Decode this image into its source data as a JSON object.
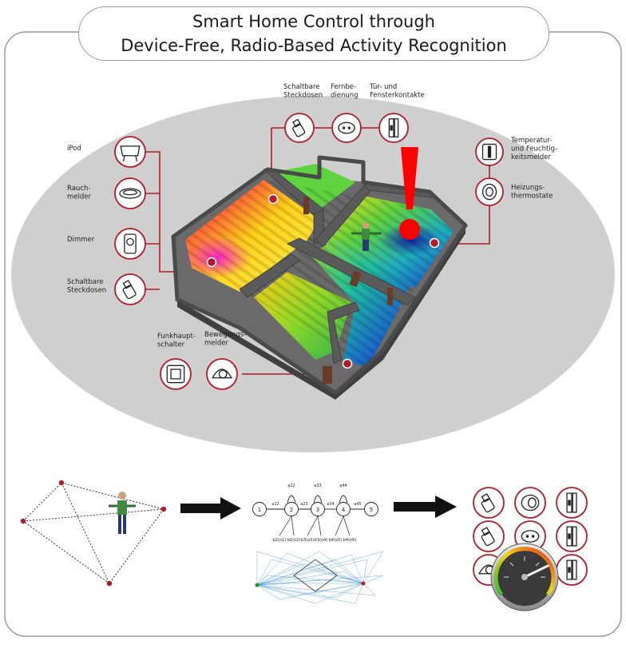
{
  "title": {
    "line1": "Smart Home Control through",
    "line2": "Device-Free, Radio-Based Activity Recognition"
  },
  "colors": {
    "panel_border": "#9a9a9a",
    "ellipse": "#cfcfcf",
    "device_ring": "#b01c2c",
    "alert": "#ff0000",
    "wall": "#5a5a5a",
    "gauge_face": "#3a3a3a"
  },
  "devices_top": [
    {
      "label_lines": [
        "Schaltbare",
        "Steckdosen"
      ],
      "icon": "socket-plug-icon"
    },
    {
      "label_lines": [
        "Fernbe-",
        "dienung"
      ],
      "icon": "remote-control-icon"
    },
    {
      "label_lines": [
        "Tür- und",
        "Fensterkontakte"
      ],
      "icon": "door-contact-icon"
    }
  ],
  "devices_left": [
    {
      "label_lines": [
        "iPod"
      ],
      "icon": "ipod-dock-icon"
    },
    {
      "label_lines": [
        "Rauch-",
        "melder"
      ],
      "icon": "smoke-detector-icon"
    },
    {
      "label_lines": [
        "Dimmer"
      ],
      "icon": "dimmer-icon"
    },
    {
      "label_lines": [
        "Schaltbare",
        "Steckdosen"
      ],
      "icon": "socket-plug-icon"
    }
  ],
  "devices_right": [
    {
      "label_lines": [
        "Temperatur-",
        "und Feuchtig-",
        "keitsmelder"
      ],
      "icon": "temperature-sensor-icon"
    },
    {
      "label_lines": [
        "Heizungs-",
        "thermostate"
      ],
      "icon": "thermostat-icon"
    }
  ],
  "devices_bottom": [
    {
      "label_lines": [
        "Funkhaupt-",
        "schalter"
      ],
      "icon": "main-switch-icon"
    },
    {
      "label_lines": [
        "Bewegungs-",
        "melder"
      ],
      "icon": "motion-detector-icon"
    }
  ],
  "hmm": {
    "states": [
      "1",
      "2",
      "3",
      "4",
      "5"
    ],
    "transitions": [
      "a12",
      "a23",
      "a34",
      "a45",
      "a22",
      "a33",
      "a44"
    ],
    "emissions": [
      "b2(o1)",
      "b2(o2)",
      "b3(o3)",
      "b3(o4)",
      "b4(o5)",
      "b4(o6)"
    ]
  },
  "result_devices": [
    "socket-plug-icon",
    "heater-icon",
    "door-contact-icon",
    "socket-plug-icon",
    "remote-control-icon",
    "door-contact-icon",
    "motion-detector-icon",
    "door-contact-icon"
  ]
}
